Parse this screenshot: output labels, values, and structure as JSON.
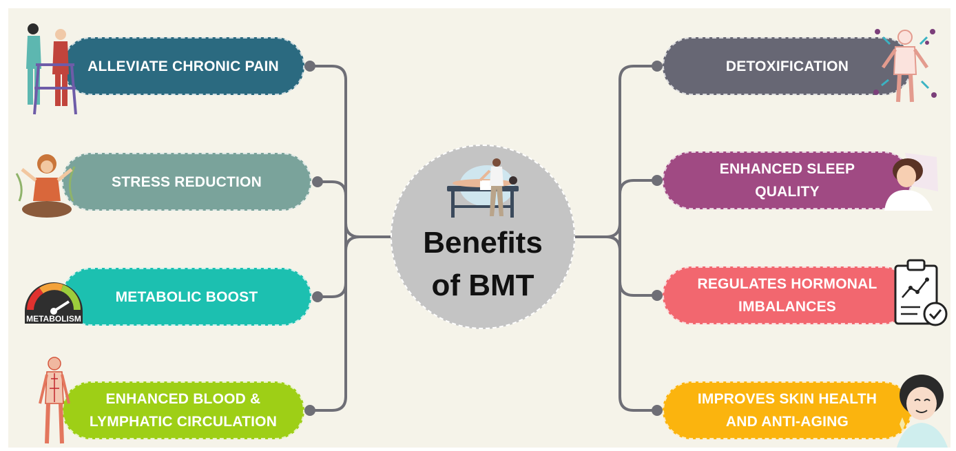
{
  "center": {
    "title_line1": "Benefits",
    "title_line2": "of BMT"
  },
  "benefits_left": [
    {
      "label": "ALLEVIATE CHRONIC PAIN",
      "color": "#2b6a80",
      "icon": "caregiver-walker-icon"
    },
    {
      "label": "STRESS REDUCTION",
      "color": "#7aa39b",
      "icon": "meditation-woman-icon"
    },
    {
      "label": "METABOLIC BOOST",
      "color": "#1cc0b0",
      "icon": "metabolism-gauge-icon",
      "icon_text": "METABOLISM"
    },
    {
      "label_line1": "ENHANCED BLOOD &",
      "label_line2": "LYMPHATIC CIRCULATION",
      "color": "#9ecf16",
      "icon": "circulatory-system-icon"
    }
  ],
  "benefits_right": [
    {
      "label": "DETOXIFICATION",
      "color": "#676774",
      "icon": "detox-body-icon"
    },
    {
      "label_line1": "ENHANCED SLEEP",
      "label_line2": "QUALITY",
      "color": "#a04a83",
      "icon": "sleeping-woman-icon"
    },
    {
      "label_line1": "REGULATES HORMONAL",
      "label_line2": "IMBALANCES",
      "color": "#f2676f",
      "icon": "clipboard-check-icon"
    },
    {
      "label_line1": "IMPROVES SKIN HEALTH",
      "label_line2": "AND ANTI-AGING",
      "color": "#fbb40e",
      "icon": "happy-skin-woman-icon"
    }
  ],
  "colors": {
    "connector": "#6e6e76",
    "background": "#f5f3e9",
    "center_circle": "#c4c4c4"
  }
}
